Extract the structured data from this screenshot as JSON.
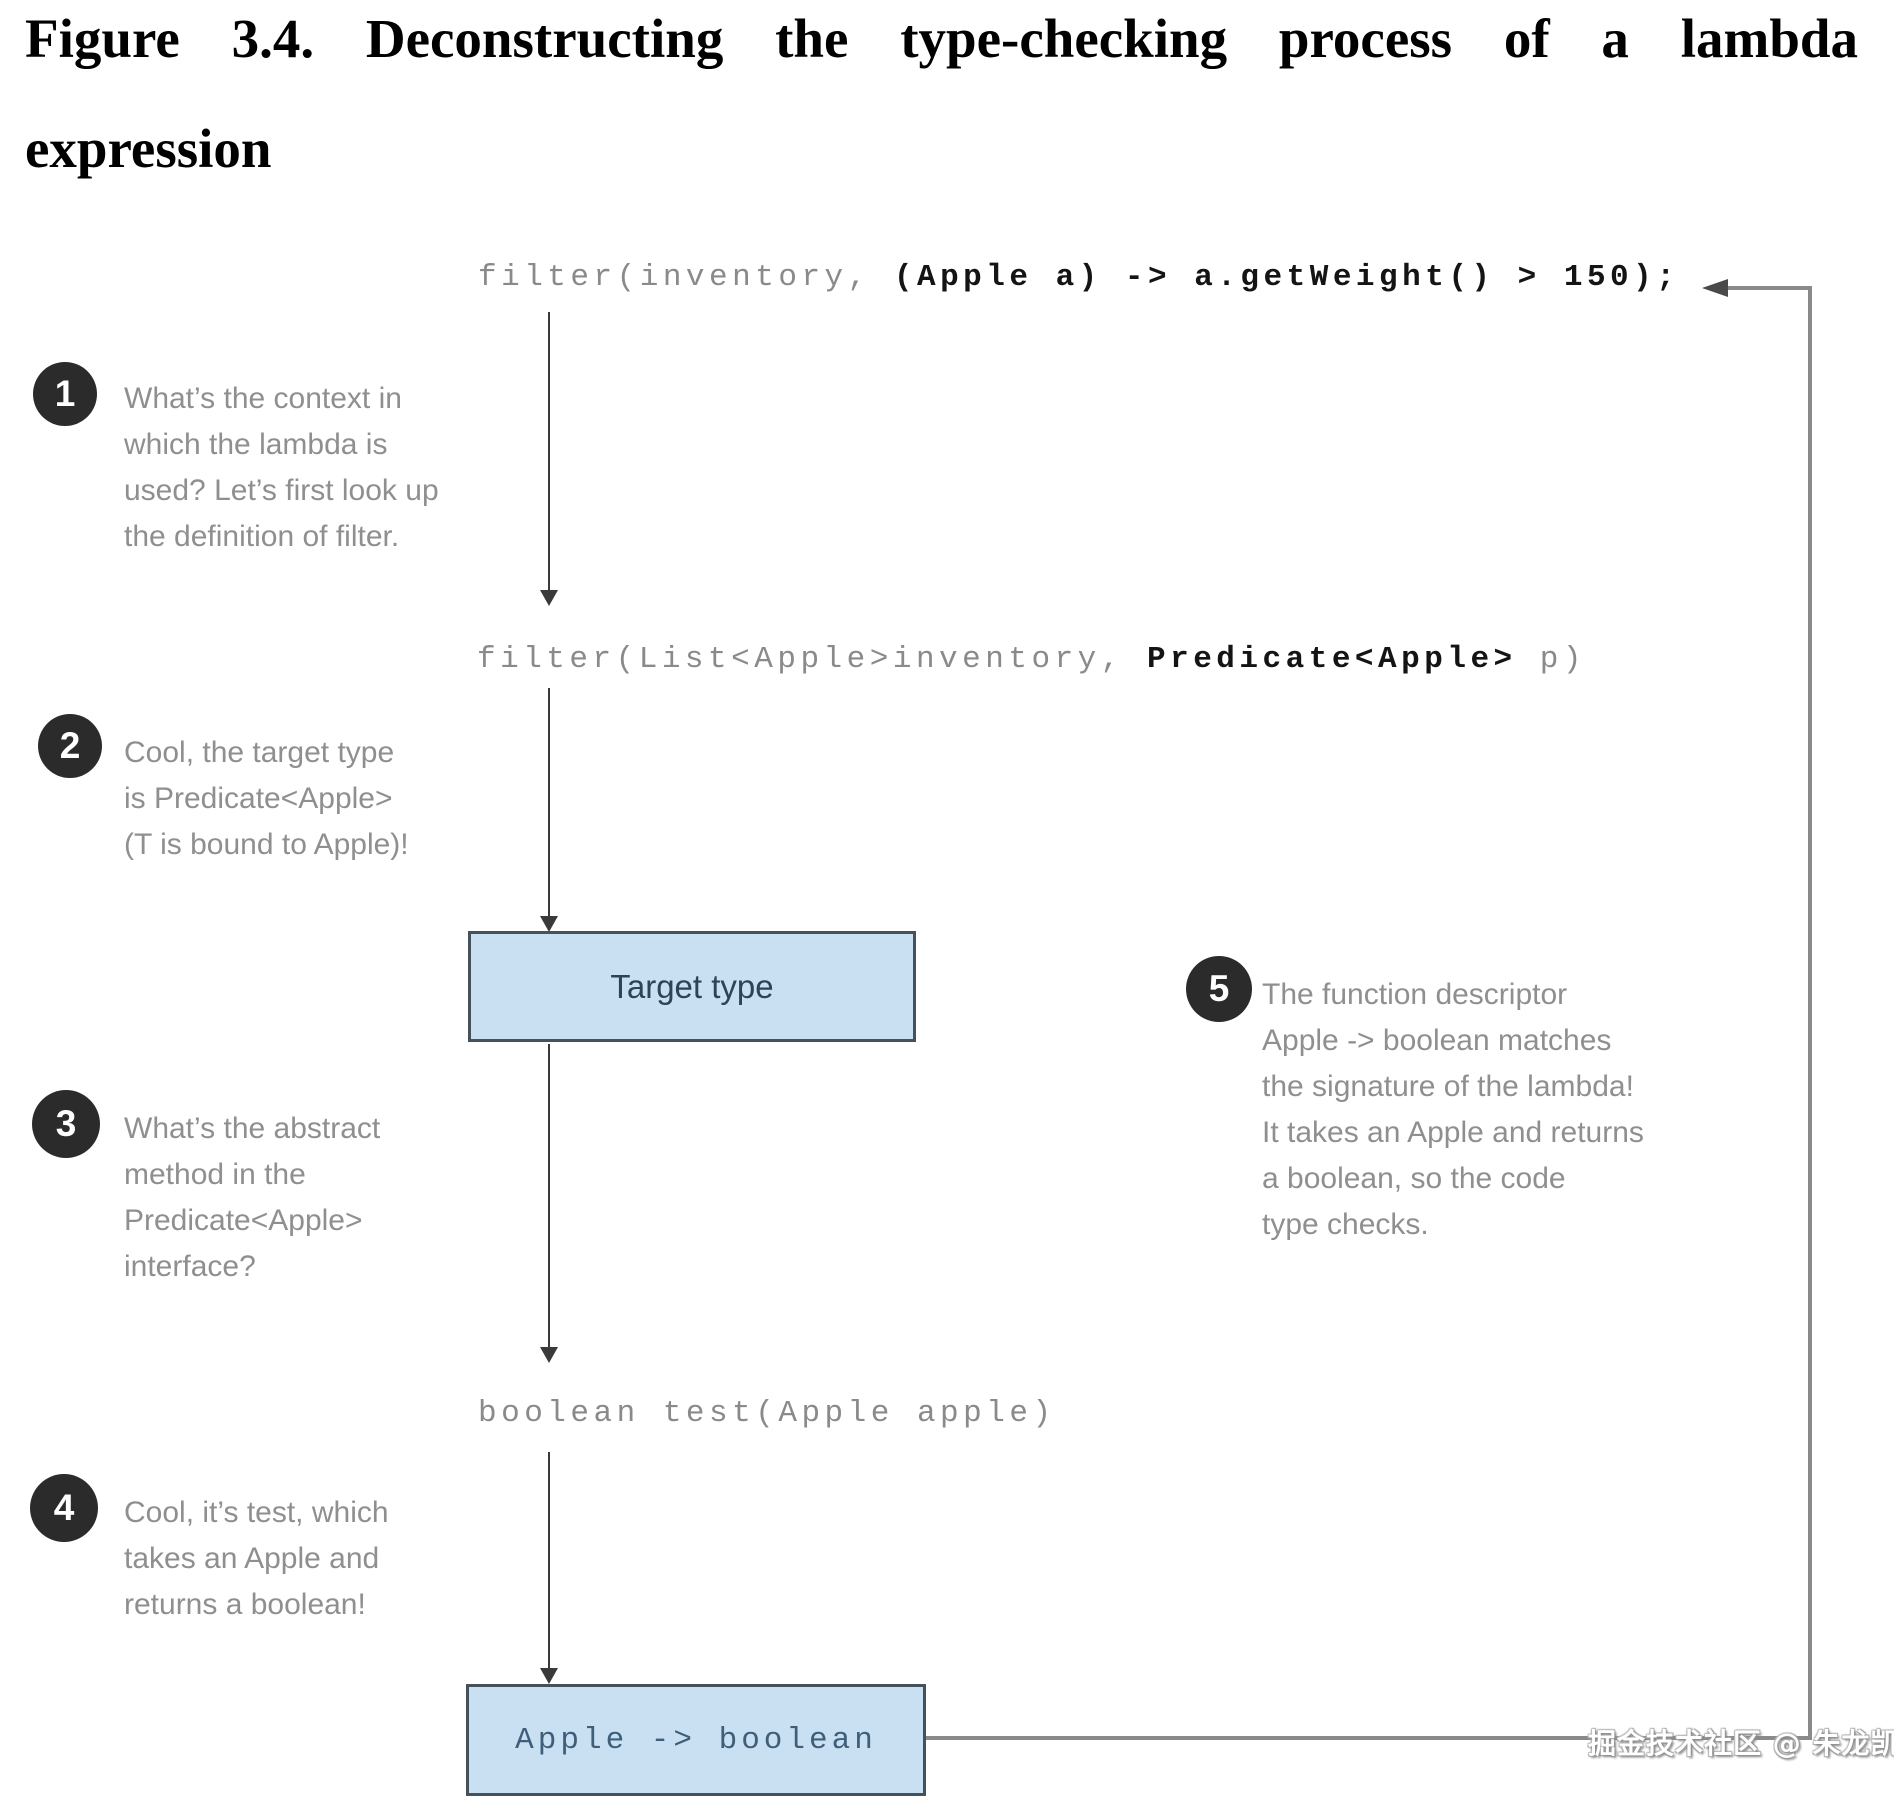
{
  "title": {
    "line1": "Figure 3.4. Deconstructing the type-checking process of a lambda",
    "line2": "expression"
  },
  "diagram": {
    "code_top_plain": "filter(inventory, ",
    "code_top_bold": "(Apple a) -> a.getWeight() > 150);",
    "code_def_plain": "filter(List<Apple>inventory, ",
    "code_def_bold": "Predicate<Apple>",
    "code_def_suffix": " p)",
    "code_abstract_method": "boolean test(Apple apple)",
    "target_type_label": "Target type",
    "descriptor_label": "Apple -> boolean",
    "notes": {
      "n1": {
        "num": "1",
        "text": "What’s the context in\nwhich the lambda is\nused? Let’s first look up\nthe definition of filter."
      },
      "n2": {
        "num": "2",
        "text": "Cool, the target type\nis Predicate<Apple>\n(T is bound to Apple)!"
      },
      "n3": {
        "num": "3",
        "text": "What’s the abstract\nmethod in the\nPredicate<Apple>\ninterface?"
      },
      "n4": {
        "num": "4",
        "text": "Cool, it’s test, which\ntakes an Apple and\nreturns a boolean!"
      },
      "n5": {
        "num": "5",
        "text": "The function descriptor\nApple -> boolean matches\nthe signature of the lambda!\nIt takes an Apple and returns\na boolean, so the code\ntype checks."
      }
    },
    "watermark": "掘金技术社区 @ 朱龙凯"
  },
  "colors": {
    "box_fill": "#c9e0f3",
    "box_border": "#45525c",
    "note_gray": "#8f8f8f",
    "code_gray": "#8a8a8a",
    "code_black": "#141414",
    "flow_arrow": "#3a3a3a",
    "loop_gray": "#8a8a8a"
  }
}
